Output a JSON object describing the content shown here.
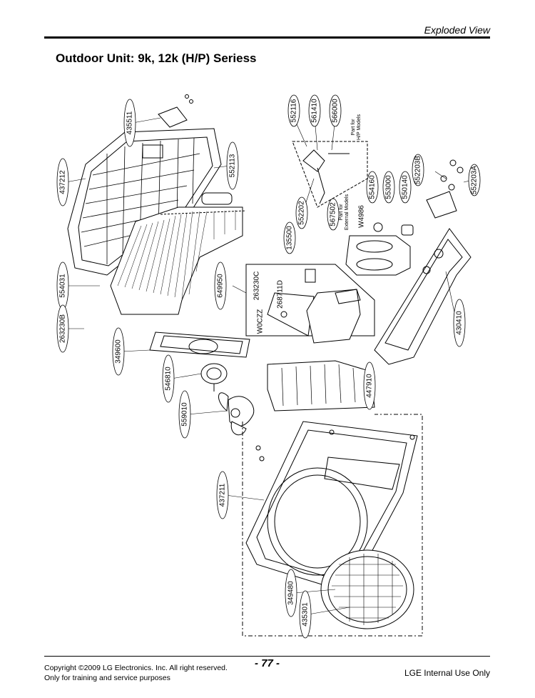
{
  "header": {
    "section": "Exploded View"
  },
  "title": "Outdoor Unit: 9k, 12k (H/P) Seriess",
  "notes": {
    "hp_models": [
      "Part for",
      "H/P Models"
    ],
    "external_models": [
      "Part for",
      "External Models"
    ]
  },
  "parts": [
    {
      "code": "435511"
    },
    {
      "code": "437212"
    },
    {
      "code": "552113"
    },
    {
      "code": "554031"
    },
    {
      "code": "263230B"
    },
    {
      "code": "349600"
    },
    {
      "code": "546810"
    },
    {
      "code": "559010"
    },
    {
      "code": "437211"
    },
    {
      "code": "349480"
    },
    {
      "code": "435301"
    },
    {
      "code": "649950"
    },
    {
      "code": "263230C"
    },
    {
      "code": "268711D"
    },
    {
      "code": "W0CZZ"
    },
    {
      "code": "447910"
    },
    {
      "code": "552116"
    },
    {
      "code": "561410"
    },
    {
      "code": "566000"
    },
    {
      "code": "552202"
    },
    {
      "code": "567502"
    },
    {
      "code": "135500"
    },
    {
      "code": "W4986"
    },
    {
      "code": "554160"
    },
    {
      "code": "553000"
    },
    {
      "code": "550140"
    },
    {
      "code": "552203B"
    },
    {
      "code": "552203A"
    },
    {
      "code": "430410"
    }
  ],
  "footer": {
    "copyright": "Copyright ©2009 LG Electronics. Inc. All right reserved.",
    "training": "Only for training and service purposes",
    "page": "- 77 -",
    "internal": "LGE Internal Use Only"
  }
}
